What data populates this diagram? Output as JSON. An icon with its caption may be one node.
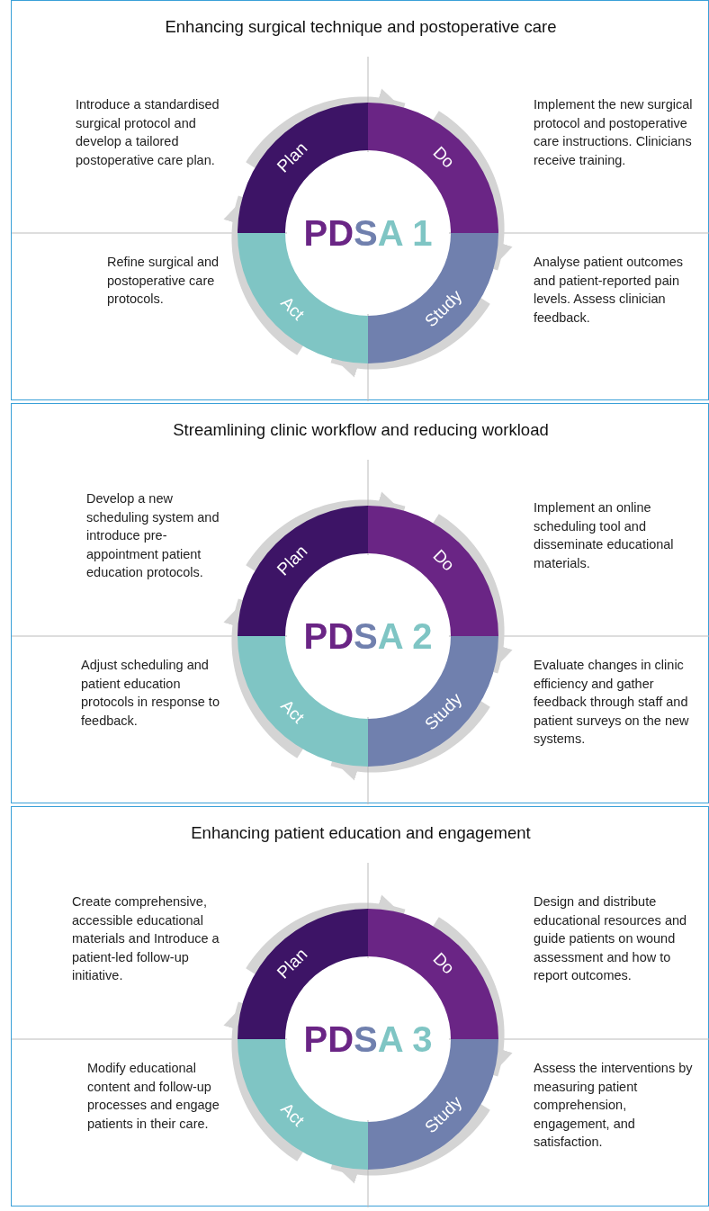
{
  "diagram": {
    "nodes": [
      {
        "text": [
          "Enhancing surgical technique and postoperative care"
        ]
      },
      {
        "text": [
          "Plan"
        ],
        "in": 0,
        "beside": [
          "Introduce a standardised surgical protocol and develop a tailored postoperative care plan."
        ]
      },
      {
        "text": [
          "Do"
        ],
        "in": 0,
        "beside": [
          "Implement the new surgical protocol and postoperative care instructions. Clinicians receive training."
        ]
      },
      {
        "text": [
          "Study"
        ],
        "in": 0,
        "beside": [
          "Analyse patient outcomes and patient-reported pain levels. Assess clinician feedback."
        ]
      },
      {
        "text": [
          "Act"
        ],
        "in": 0,
        "beside": [
          "Refine surgical and postoperative care protocols."
        ]
      },
      {
        "text": [
          "PDSA 1"
        ],
        "in": 0
      },
      {
        "text": [
          "Streamlining clinic workflow and reducing workload"
        ]
      },
      {
        "text": [
          "Plan"
        ],
        "in": 6,
        "beside": [
          "Develop a new scheduling system and introduce pre-appointment patient education protocols."
        ]
      },
      {
        "text": [
          "Do"
        ],
        "in": 6,
        "beside": [
          "Implement an online scheduling tool and disseminate educational materials."
        ]
      },
      {
        "text": [
          "Study"
        ],
        "in": 6,
        "beside": [
          "Evaluate changes in clinic efficiency and gather feedback through staff and patient surveys on the new systems."
        ]
      },
      {
        "text": [
          "Act"
        ],
        "in": 6,
        "beside": [
          "Adjust scheduling and patient education protocols in response to feedback."
        ]
      },
      {
        "text": [
          "PDSA 2"
        ],
        "in": 6
      },
      {
        "text": [
          "Enhancing patient education and engagement"
        ]
      },
      {
        "text": [
          "Plan"
        ],
        "in": 12,
        "beside": [
          "Create comprehensive, accessible educational materials and Introduce a patient-led follow-up initiative."
        ]
      },
      {
        "text": [
          "Do"
        ],
        "in": 12,
        "beside": [
          "Design and distribute educational resources and guide patients on wound assessment and how to report outcomes."
        ]
      },
      {
        "text": [
          "Study"
        ],
        "in": 12,
        "beside": [
          "Assess the interventions by measuring patient comprehension, engagement, and satisfaction."
        ]
      },
      {
        "text": [
          "Act"
        ],
        "in": 12,
        "beside": [
          "Modify educational content and follow-up processes and engage patients in their care."
        ]
      },
      {
        "text": [
          "PDSA 3"
        ],
        "in": 12
      }
    ],
    "edges": [
      {
        "from": 1,
        "to": 2,
        "arrow": "to"
      },
      {
        "from": 2,
        "to": 3,
        "arrow": "to"
      },
      {
        "from": 3,
        "to": 4,
        "arrow": "to"
      },
      {
        "from": 4,
        "to": 1,
        "arrow": "to"
      },
      {
        "from": 7,
        "to": 8,
        "arrow": "to"
      },
      {
        "from": 8,
        "to": 9,
        "arrow": "to"
      },
      {
        "from": 9,
        "to": 10,
        "arrow": "to"
      },
      {
        "from": 10,
        "to": 7,
        "arrow": "to"
      },
      {
        "from": 13,
        "to": 14,
        "arrow": "to"
      },
      {
        "from": 14,
        "to": 15,
        "arrow": "to"
      },
      {
        "from": 15,
        "to": 16,
        "arrow": "to"
      },
      {
        "from": 16,
        "to": 13,
        "arrow": "to"
      }
    ]
  }
}
